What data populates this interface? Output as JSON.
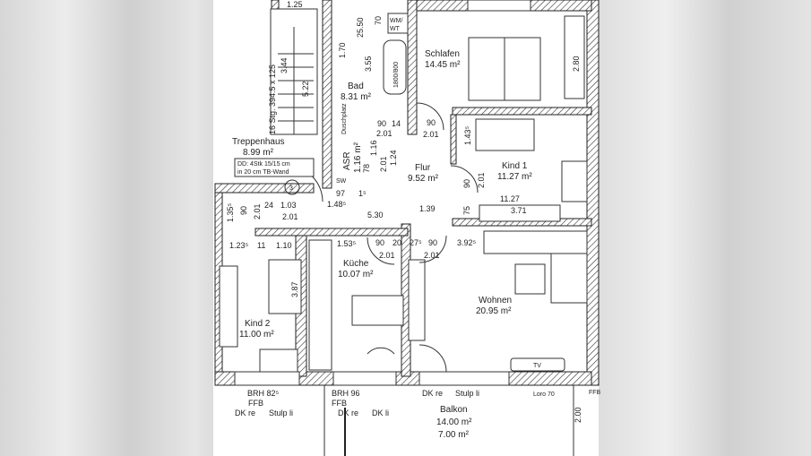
{
  "rooms": {
    "schlafen": {
      "name": "Schlafen",
      "area": "14.45 m²"
    },
    "bad": {
      "name": "Bad",
      "area": "8.31 m²"
    },
    "treppenhaus": {
      "name": "Treppenhaus",
      "area": "8.99 m²"
    },
    "asr": {
      "name": "ASR",
      "area": "1.16 m²"
    },
    "flur": {
      "name": "Flur",
      "area": "9.52 m²"
    },
    "kind1": {
      "name": "Kind 1",
      "area": "11.27 m²"
    },
    "kueche": {
      "name": "Küche",
      "area": "10.07 m²"
    },
    "wohnen": {
      "name": "Wohnen",
      "area": "20.95 m²"
    },
    "kind2": {
      "name": "Kind 2",
      "area": "11.00 m²"
    },
    "balkon": {
      "name": "Balkon",
      "area": "14.00 m²",
      "area2": "7.00 m²"
    }
  },
  "notes": {
    "stairs": "16 Stg. 394.5 x 125",
    "dd1": "DD: 4Stk 15/15 cm",
    "dd2": "in 20 cm TB-Wand",
    "marker": "3",
    "wmwt1": "WM/",
    "wmwt2": "WT",
    "tub": "1800/800",
    "shower": "Duschplatz",
    "tv": "TV",
    "sw": "SW",
    "loro": "Loro 70",
    "ffb_right": "FFB",
    "w1_brh": "BRH 82⁵",
    "w1_ffb": "FFB",
    "w1_dk": "DK re",
    "w1_stulp": "Stulp li",
    "w2_brh": "BRH 96",
    "w2_ffb": "FFB",
    "w2_dk": "DK re",
    "w2_dkli": "DK li",
    "w3_dk": "DK re",
    "w3_stulp": "Stulp li"
  },
  "dims": [
    "1.25",
    "25.50",
    "70",
    "1.70",
    "3.55",
    "5.22",
    "3.44",
    "90",
    "14",
    "2.01",
    "90",
    "2.01",
    "1.43⁵",
    "2.80",
    "1.16",
    "78",
    "2.01",
    "1.24",
    "97",
    "1.48⁵",
    "1⁵",
    "1.03",
    "2.01",
    "5.30",
    "1.39",
    "90",
    "2.01",
    "75",
    "11.27",
    "3.71",
    "1.35⁵",
    "90",
    "2.01",
    "24",
    "1.23⁵",
    "11",
    "1.10",
    "1.53⁵",
    "90",
    "20",
    "27⁵",
    "90",
    "3.92⁵",
    "2.01",
    "2.01",
    "3.87",
    "2.00"
  ]
}
